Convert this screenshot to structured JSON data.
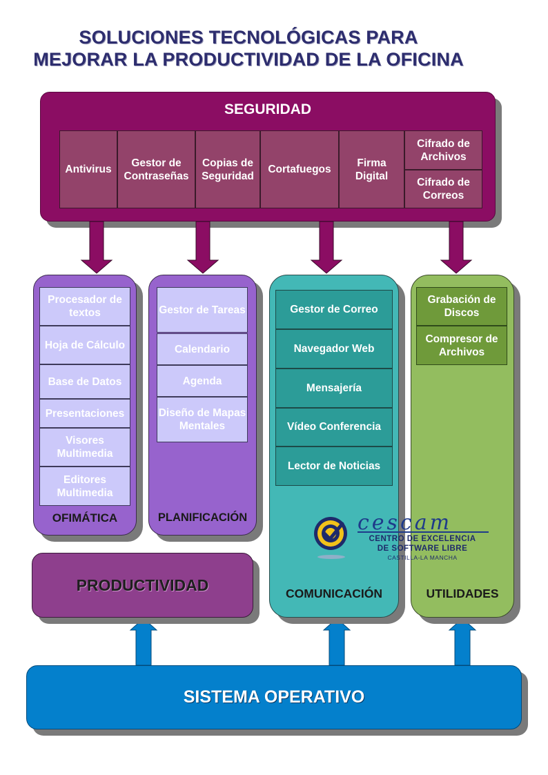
{
  "title": {
    "line1": "SOLUCIONES TECNOLÓGICAS PARA",
    "line2": "MEJORAR LA PRODUCTIVIDAD DE LA OFICINA"
  },
  "seguridad": {
    "label": "SEGURIDAD",
    "items": [
      "Antivirus",
      "Gestor de Contraseñas",
      "Copias de Seguridad",
      "Cortafuegos",
      "Firma Digital",
      "Cifrado de Archivos",
      "Cifrado de Correos"
    ]
  },
  "ofimatica": {
    "label": "OFIMÁTICA",
    "items": [
      "Procesador de textos",
      "Hoja de Cálculo",
      "Base de Datos",
      "Presentaciones",
      "Visores Multimedia",
      "Editores Multimedia"
    ]
  },
  "planificacion": {
    "label": "PLANIFICACIÓN",
    "items": [
      "Gestor de Tareas",
      "Calendario",
      "Agenda",
      "Diseño de Mapas Mentales"
    ]
  },
  "comunicacion": {
    "label": "COMUNICACIÓN",
    "items": [
      "Gestor de Correo",
      "Navegador Web",
      "Mensajería",
      "Vídeo Conferencia",
      "Lector de Noticias"
    ]
  },
  "utilidades": {
    "label": "UTILIDADES",
    "items": [
      "Grabación de Discos",
      "Compresor de Archivos"
    ]
  },
  "productividad": {
    "label": "PRODUCTIVIDAD"
  },
  "sistema_operativo": {
    "label": "SISTEMA OPERATIVO"
  },
  "logo": {
    "wordmark": "cescam",
    "line1": "CENTRO DE EXCELENCIA",
    "line2": "DE SOFTWARE LIBRE",
    "line3": "CASTILLA-LA MANCHA"
  },
  "colors": {
    "seguridad": "#8b0d63",
    "ofimatica": "#9763cd",
    "comunicacion": "#43b8b6",
    "utilidades": "#93bd5f",
    "productividad": "#8e3f8d",
    "sistema_operativo": "#0480cc"
  }
}
